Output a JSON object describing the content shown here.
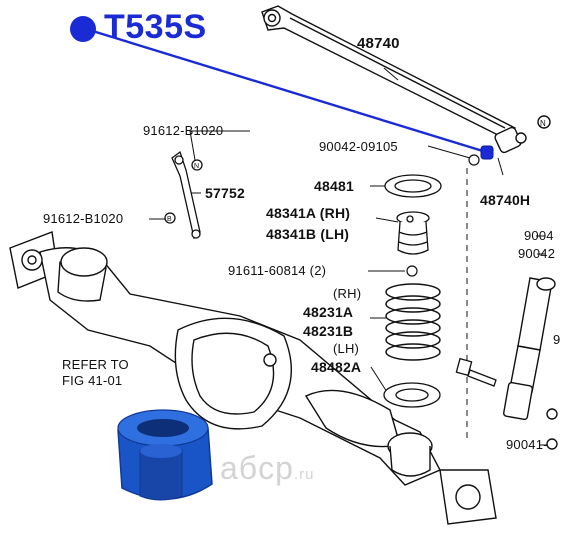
{
  "header": {
    "part_code": "T535S",
    "accent_color": "#1a2bd6"
  },
  "watermark": {
    "brand": "aбcp",
    "tld": ".ru"
  },
  "labels": {
    "rod": "48740",
    "bolt_top": "90042-09105",
    "bushing_rod": "48740H",
    "bolt_upper_left": "91612-B1020",
    "link_rod": "57752",
    "bolt_lower_left": "91612-B1020",
    "insulator": "48481",
    "bumper_rh": "48341A (RH)",
    "bumper_lh": "48341B (LH)",
    "bolt_bumper": "91611-60814 (2)",
    "spring_rh_tag": "(RH)",
    "spring_rh": "48231A",
    "spring_lh": "48231B",
    "spring_lh_tag": "(LH)",
    "lower_insulator": "48482A",
    "refer_line1": "REFER TO",
    "refer_line2": "FIG 41-01",
    "shock_top1": "9004",
    "shock_top2": "90042",
    "shock_bottom": "90041-",
    "shock_side": "9"
  }
}
